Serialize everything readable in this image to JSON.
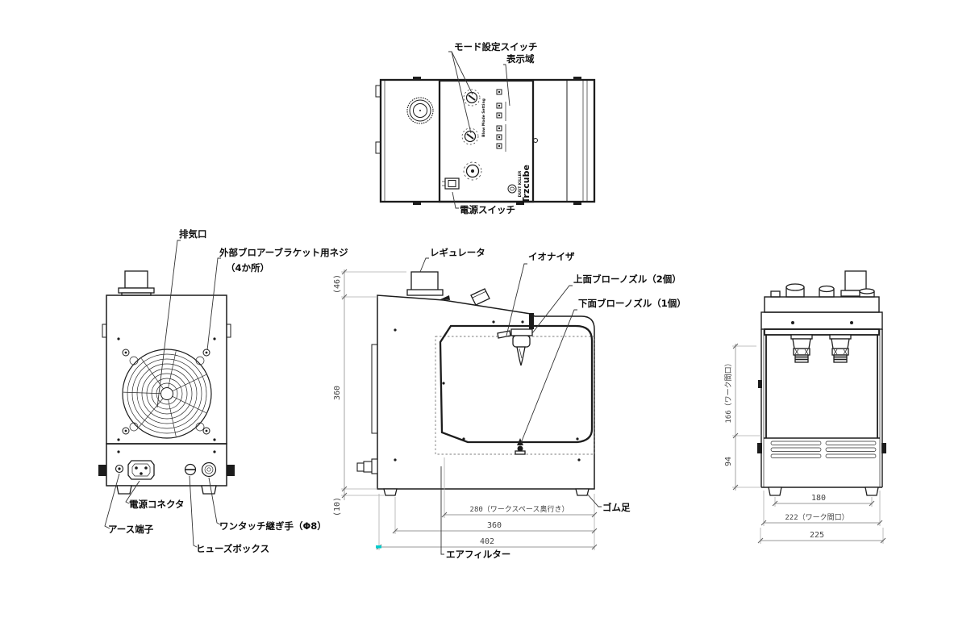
{
  "drawing": {
    "background": "#ffffff",
    "line_color": "#1c1c1c",
    "dim_color": "#9a9a9a",
    "accent_mark_color": "#00cccc"
  },
  "top_view": {
    "callouts": {
      "mode_switch": "モード設定スイッチ",
      "display_area": "表示域",
      "power_switch": "電源スイッチ"
    },
    "panel_text": {
      "brand_line1": "DUST KILLER",
      "brand_line2": "Trzcube",
      "knob_caption": "Blow Mode Setting"
    }
  },
  "back_view": {
    "callouts": {
      "exhaust_port": "排気口",
      "bracket_screws_line1": "外部ブロアーブラケット用ネジ",
      "bracket_screws_line2": "（4か所）",
      "power_connector": "電源コネクタ",
      "earth_terminal": "アース端子",
      "one_touch_fitting": "ワンタッチ継ぎ手（Φ8）",
      "fuse_box": "ヒューズボックス"
    }
  },
  "side_view": {
    "callouts": {
      "regulator": "レギュレータ",
      "ionizer": "イオナイザ",
      "upper_blow_nozzle": "上面ブローノズル（2個）",
      "lower_blow_nozzle": "下面ブローノズル（1個）",
      "rubber_foot": "ゴム足",
      "air_filter": "エアフィルター"
    },
    "dimensions": {
      "height_top": "(46)",
      "height_body": "360",
      "height_foot": "(10)",
      "depth_workspace": "280（ワークスペース奥行き）",
      "depth_body": "360",
      "depth_total": "402"
    }
  },
  "front_view": {
    "dimensions": {
      "height_opening": "166（ワーク間口）",
      "height_base": "94",
      "width_feet": "180",
      "width_opening": "222（ワーク間口）",
      "width_total": "225"
    }
  }
}
